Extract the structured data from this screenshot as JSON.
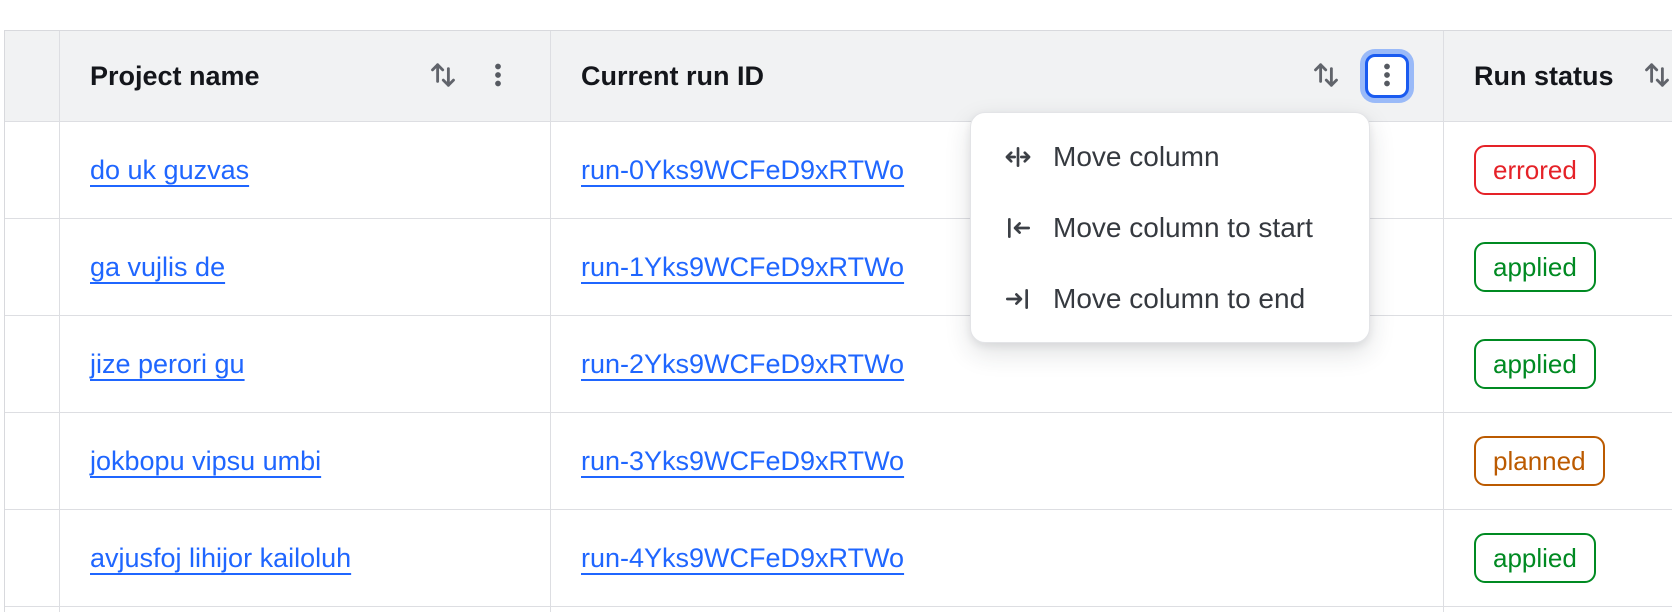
{
  "colors": {
    "link": "#1f66ff",
    "header_background": "#f1f2f3",
    "grid_border": "#dddee2",
    "focus_ring_border": "#1a5bf0",
    "focus_ring_halo": "#9abaf8",
    "status_errored": "#e52228",
    "status_applied": "#008a22",
    "status_planned": "#bb5a00"
  },
  "table": {
    "columns": [
      {
        "label": "Project name",
        "icons": [
          "sort-icon",
          "kebab-icon"
        ]
      },
      {
        "label": "Current run ID",
        "icons": [
          "sort-icon",
          "kebab-icon"
        ]
      },
      {
        "label": "Run status",
        "icons": [
          "sort-icon"
        ]
      }
    ],
    "rows": [
      {
        "project": "do uk guzvas",
        "run_id": "run-0Yks9WCFeD9xRTWo",
        "status": "errored"
      },
      {
        "project": "ga vujlis de",
        "run_id": "run-1Yks9WCFeD9xRTWo",
        "status": "applied"
      },
      {
        "project": "jize perori gu",
        "run_id": "run-2Yks9WCFeD9xRTWo",
        "status": "applied"
      },
      {
        "project": "jokbopu vipsu umbi",
        "run_id": "run-3Yks9WCFeD9xRTWo",
        "status": "planned"
      },
      {
        "project": "avjusfoj lihijor kailoluh",
        "run_id": "run-4Yks9WCFeD9xRTWo",
        "status": "applied"
      }
    ]
  },
  "menu": {
    "items": [
      {
        "label": "Move column",
        "icon": "move-column-icon"
      },
      {
        "label": "Move column to start",
        "icon": "move-column-start-icon"
      },
      {
        "label": "Move column to end",
        "icon": "move-column-end-icon"
      }
    ]
  }
}
